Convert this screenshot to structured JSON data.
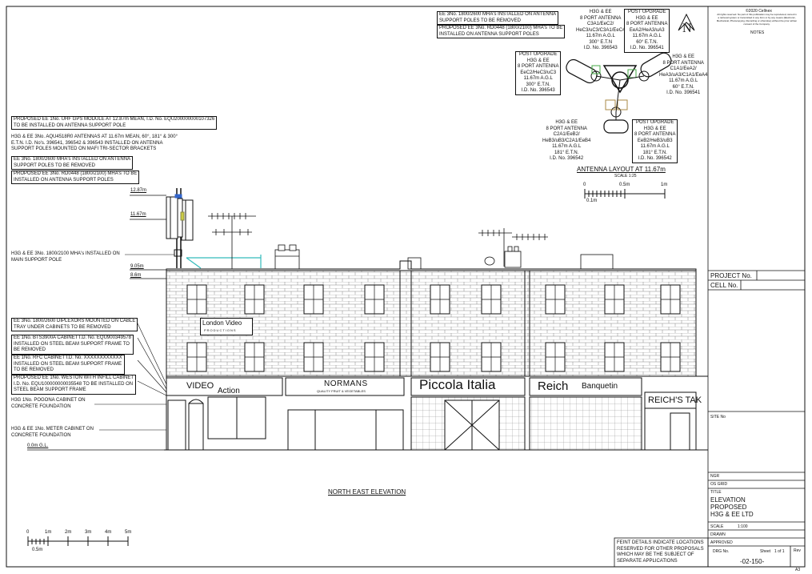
{
  "top_notes": {
    "ee_mha_install": "EE 3No. 1800/2600 MHA's INSTALLED ON ANTENNA\nSUPPORT POLES TO BE REMOVED",
    "ee_rd0448": "PROPOSED EE 3No. RD0448 (1800/2100) MHA's TO BE\nINSTALLED ON ANTENNA SUPPORT POLES"
  },
  "antenna_labels": {
    "a1": "H3G & EE\n8 PORT ANTENNA\nC3A1/EeC2/\nHeC3/uC3/C3A1/EeC4\n11.67m A.G.L\n300° E.T.N\nI.D. No. 396543",
    "a2": "POST UPGRADE\nH3G & EE\n8 PORT ANTENNA\nEeA2/HeA3/uA3\n11.67m A.G.L\n60° E.T.N.\nI.D. No. 396541",
    "a3": "POST UPGRADE\nH3G & EE\n8 PORT ANTENNA\nEeC2/HeC3/uC3\n11.67m A.G.L\n300° E.T.N.\nI.D. No. 396543",
    "a4": "H3G & EE\n8 PORT ANTENNA\nC1A1/EeA2/\nHeA3/uA3/C1A1/EeA4\n11.67m A.G.L\n60° E.T.N.\nI.D. No. 396541",
    "a5": "H3G & EE\n8 PORT ANTENNA\nC2A1/EeB2/\nHeB3/uB3/C2A1/EeB4\n11.67m A.G.L\n181° E.T.N.\nI.D. No. 396542",
    "a6": "POST UPGRADE\nH3G & EE\n8 PORT ANTENNA\nEeB2/HeB3/uB3\n11.67m A.G.L\n181° E.T.N.\nI.D. No. 396542"
  },
  "antenna_layout": {
    "title": "ANTENNA LAYOUT AT 11.67m",
    "scale": "SCALE 1:25",
    "s0": "0",
    "s05": "0.5m",
    "s1": "1m",
    "s01": "0.1m"
  },
  "left_notes": {
    "gps": "PROPOSED EE 1No. UHF GPS MODULE AT 12.87m MEAN, I.D. No. EQU200000000107326\nTO BE INSTALLED ON ANTENNA SUPPORT POLE",
    "aqu": "H3G & EE 3No. AQU4518R0 ANTENNAS AT 11.67m MEAN, 60°, 181° & 300°\nE.T.N. I.D. No's. 396541, 396542 & 396543 INSTALLED ON ANTENNA\nSUPPORT POLES MOUNTED ON MAFI TRI-SECTOR BRACKETS",
    "mha_remove": "EE 3No. 1800/2600 MHA's INSTALLED ON ANTENNA\nSUPPORT POLES TO BE REMOVED",
    "rd0448": "PROPOSED EE 3No. RD0448 (1800/2100) MHA's TO BE\nINSTALLED ON ANTENNA SUPPORT POLES",
    "main_pole": "H3G & EE 3No. 1800/2100 MHA's INSTALLED ON\nMAIN SUPPORT POLE",
    "diplexors": "EE 3No. 1800/2600 DIPLEXORS MOUNTED ON CABLE\nTRAY UNDER CABINETS TO BE REMOVED",
    "bts": "EE 1No. BTS3900A CABINET I.D. No. EQU900349578\nINSTALLED ON STEEL BEAM SUPPORT FRAME TO\nBE REMOVED",
    "rfc": "EE 1No. RFC CABINET I.D. No. XXXXXXXXXXXX\nINSTALLED ON STEEL BEAM SUPPORT FRAME\nTO BE REMOVED",
    "weston": "PROPOSED EE 1No. WESTON WITH INFILL CABINET\nI.D. No. EQU100000000035548 TO BE INSTALLED ON\nSTEEL BEAM SUPPORT FRAME",
    "pogona": "H3G 1No. POGONA CABINET ON\nCONCRETE FOUNDATION",
    "meter": "H3G & EE 1No. METER CABINET ON\nCONCRETE FOUNDATION"
  },
  "levels": {
    "l1287": "12.87m",
    "l1167": "11.67m",
    "l905": "9.05m",
    "l86": "8.6m",
    "l0": "0.0m G.L."
  },
  "shops": {
    "london_video": "London Video",
    "productions": "PRODUCTIONS",
    "video": "VIDEO",
    "action": "Action",
    "normans": "NORMANS",
    "normans_sub": "QUALITY FRUIT & VEGETABLES",
    "piccola": "Piccola Italia",
    "reich": "Reich",
    "banquetin": "Banquetin",
    "reichs_tak": "REICH'S TAK"
  },
  "elevation_title": "NORTH EAST ELEVATION",
  "scale_bar": {
    "t0": "0",
    "t1": "1m",
    "t2": "2m",
    "t3": "3m",
    "t4": "4m",
    "t5": "5m",
    "t05": "0.5m"
  },
  "feint_note": "FEINT DETAILS INDICATE LOCATIONS\nRESERVED FOR OTHER PROPOSALS\nWHICH MAY BE THE SUBJECT OF\nSEPARATE APPLICATIONS",
  "title_block": {
    "copyright_head": "©2020 Cellnex",
    "copyright": "All rights reserved. No part of this publication may be reproduced, stored in\na retrieval system or transmitted in any form or by any means (Electronic,\nMechanical, Photocopying, Recording or otherwise) without the prior written\nconsent of the Company.",
    "notes": "NOTES",
    "project_no": "PROJECT No.",
    "cell_no": "CELL No.",
    "site_no": "SITE No",
    "ngr": "NGR",
    "os_grid": "OS GRID",
    "title_label": "TITLE",
    "title_line1": "ELEVATION",
    "title_line2": "PROPOSED",
    "title_line3": "H3G & EE LTD",
    "scale_label": "SCALE",
    "scale_value": "1:100",
    "drawn": "DRAWN",
    "approved": "APPROVED",
    "drg_no": "DRG No.",
    "sheet_label": "Sheet",
    "sheet_value": "1 of 1",
    "rev": "Rev",
    "drg_value": "-02-150-",
    "paper": "A3"
  }
}
